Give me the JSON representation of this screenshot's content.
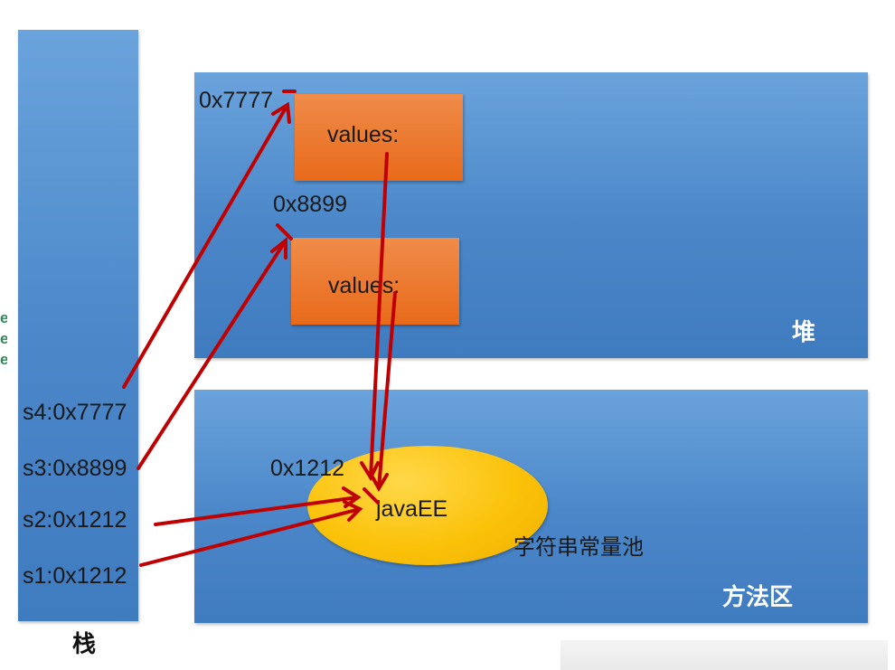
{
  "regions": {
    "stack_label": "栈",
    "heap_label": "堆",
    "method_area_label": "方法区"
  },
  "stack_vars": {
    "s4": "s4:0x7777",
    "s3": "s3:0x8899",
    "s2": "s2:0x1212",
    "s1": "s1:0x1212"
  },
  "heap_objects": {
    "addr1": "0x7777",
    "obj1_label": "values:",
    "addr2": "0x8899",
    "obj2_label": "values:"
  },
  "string_pool": {
    "addr": "0x1212",
    "value": "javaEE",
    "label": "字符串常量池"
  },
  "colors": {
    "region_blue": "#4a86c8",
    "object_orange": "#e86a1a",
    "pool_yellow": "#fbc20a",
    "arrow_red": "#c00000"
  }
}
